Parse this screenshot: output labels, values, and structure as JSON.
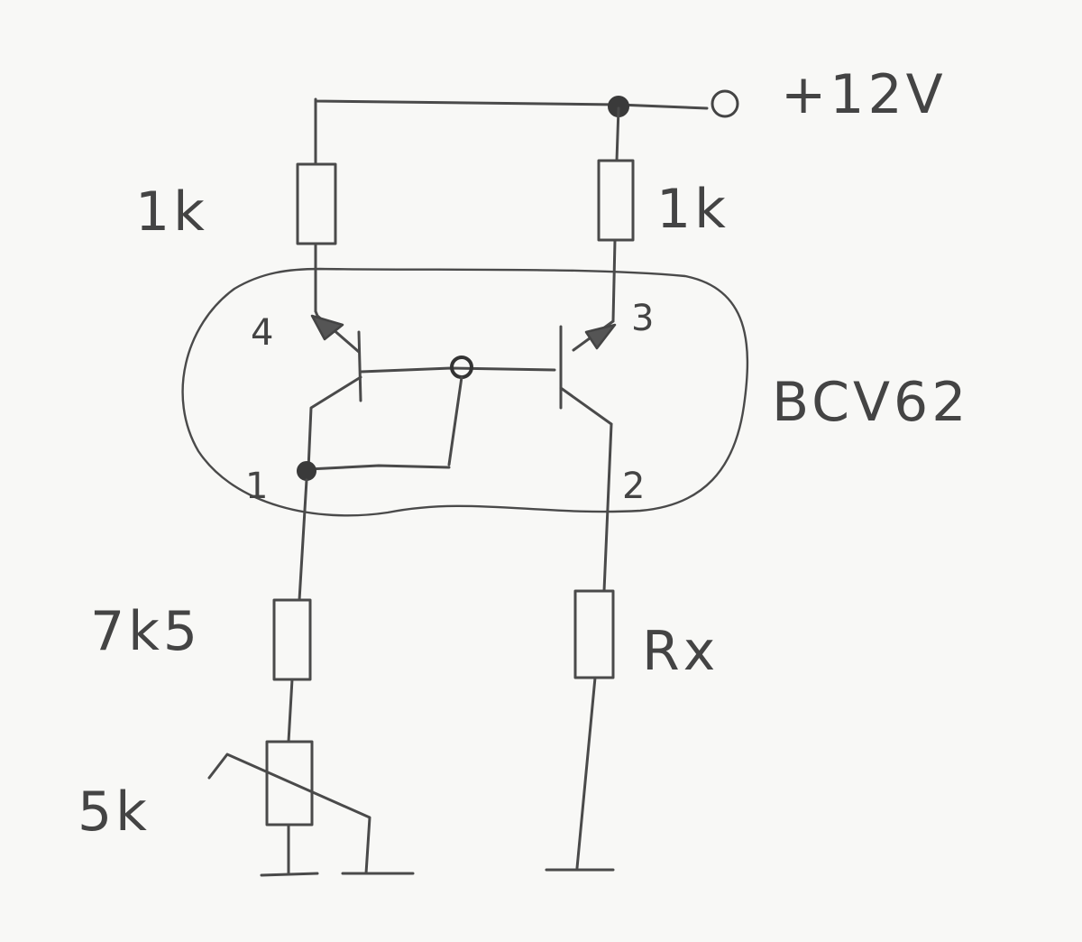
{
  "supply": {
    "label": "+12V"
  },
  "resistors": {
    "left_collector": "1k",
    "right_collector": "1k",
    "bias": "7k5",
    "trimmer": "5k",
    "load": "Rx"
  },
  "ic": {
    "part": "BCV62",
    "pins": {
      "p1": "1",
      "p2": "2",
      "p3": "3",
      "p4": "4"
    }
  }
}
